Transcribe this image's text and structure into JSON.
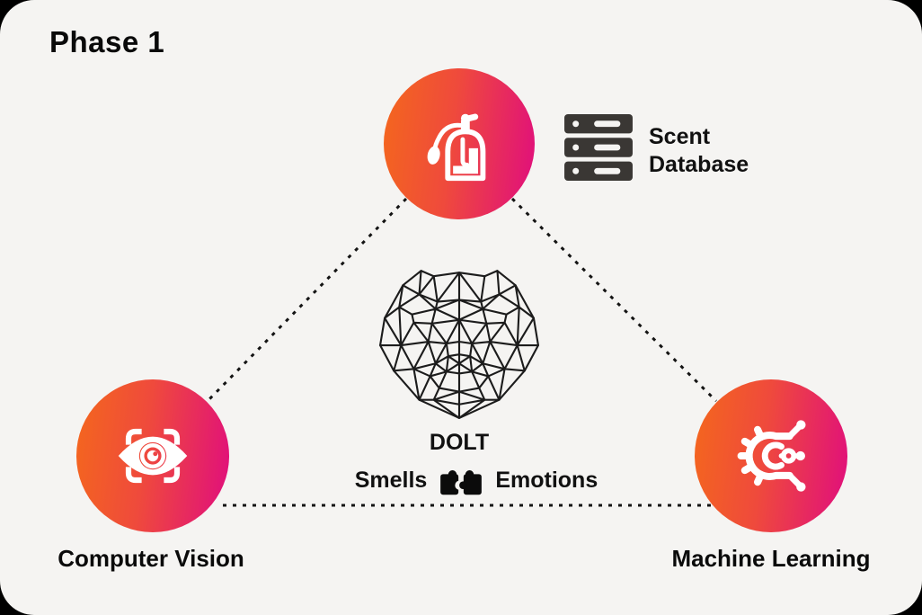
{
  "title": "Phase 1",
  "colors": {
    "card_background": "#F5F4F2",
    "outer_background": "#000000",
    "node_gradient_start": "#F4661E",
    "node_gradient_end": "#E00D7E",
    "node_icon_color": "#FFFFFF",
    "server_icon_color": "#3A3734",
    "text_color": "#0B0B0B",
    "connector_color": "#141414",
    "mesh_line_color": "#1C1C1C"
  },
  "nodes": {
    "scent": {
      "icon": "perfume-atomizer-icon",
      "side_icon": "server-database-icon",
      "label_line1": "Scent",
      "label_line2": "Database"
    },
    "computer_vision": {
      "icon": "eye-scan-icon",
      "label": "Computer Vision"
    },
    "machine_learning": {
      "icon": "gear-circuit-icon",
      "label": "Machine Learning"
    }
  },
  "center": {
    "graphic": "face-mesh-wireframe",
    "title": "DOLT",
    "tagline_left": "Smells",
    "tagline_icon": "puzzle-pieces-icon",
    "tagline_right": "Emotions"
  },
  "edges": [
    {
      "from": "Scent Database",
      "to": "Computer Vision",
      "style": "dotted"
    },
    {
      "from": "Scent Database",
      "to": "Machine Learning",
      "style": "dotted"
    },
    {
      "from": "Computer Vision",
      "to": "Machine Learning",
      "style": "dotted"
    }
  ]
}
